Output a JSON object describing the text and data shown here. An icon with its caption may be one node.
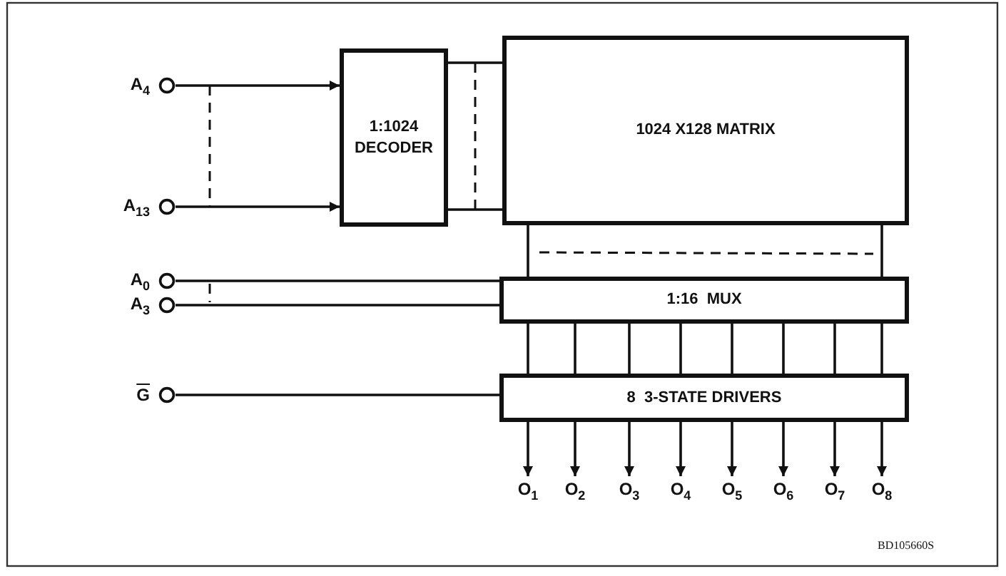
{
  "diagram": {
    "nodes": [
      {
        "text": [
          "A$_{4}$"
        ]
      },
      {
        "text": [
          "A$_{13}$"
        ]
      },
      {
        "text": [
          "1:1024 DECODER"
        ]
      },
      {
        "text": [
          "1024 X128 MATRIX"
        ]
      },
      {
        "text": [
          "A$_{0}$"
        ]
      },
      {
        "text": [
          "A$_{3}$"
        ]
      },
      {
        "text": [
          "1:16  MUX"
        ]
      },
      {
        "text": [
          "G"
        ]
      },
      {
        "text": [
          "8  3-STATE DRIVERS"
        ]
      },
      {
        "text": [
          "O$_{1}$"
        ]
      },
      {
        "text": [
          "O$_{2}$"
        ]
      },
      {
        "text": [
          "O$_{3}$"
        ]
      },
      {
        "text": [
          "O$_{4}$"
        ]
      },
      {
        "text": [
          "O$_{5}$"
        ]
      },
      {
        "text": [
          "O$_{6}$"
        ]
      },
      {
        "text": [
          "O$_{7}$"
        ]
      },
      {
        "text": [
          "O$_{8}$"
        ]
      }
    ],
    "edges": [
      {
        "from": 0,
        "to": 2,
        "arrow": "to"
      },
      {
        "from": 1,
        "to": 2,
        "arrow": "to"
      },
      {
        "from": 2,
        "to": 3,
        "arrow": "none"
      },
      {
        "from": 2,
        "to": 3,
        "arrow": "none"
      },
      {
        "from": 3,
        "to": 6,
        "arrow": "none"
      },
      {
        "from": 3,
        "to": 6,
        "arrow": "none"
      },
      {
        "from": 4,
        "to": 6,
        "arrow": "none"
      },
      {
        "from": 5,
        "to": 6,
        "arrow": "none"
      },
      {
        "from": 6,
        "to": 8,
        "arrow": "none"
      },
      {
        "from": 6,
        "to": 8,
        "arrow": "none"
      },
      {
        "from": 6,
        "to": 8,
        "arrow": "none"
      },
      {
        "from": 6,
        "to": 8,
        "arrow": "none"
      },
      {
        "from": 6,
        "to": 8,
        "arrow": "none"
      },
      {
        "from": 6,
        "to": 8,
        "arrow": "none"
      },
      {
        "from": 6,
        "to": 8,
        "arrow": "none"
      },
      {
        "from": 6,
        "to": 8,
        "arrow": "none"
      },
      {
        "from": 7,
        "to": 8,
        "arrow": "none"
      },
      {
        "from": 8,
        "to": 9,
        "arrow": "to"
      },
      {
        "from": 8,
        "to": 10,
        "arrow": "to"
      },
      {
        "from": 8,
        "to": 11,
        "arrow": "to"
      },
      {
        "from": 8,
        "to": 12,
        "arrow": "to"
      },
      {
        "from": 8,
        "to": 13,
        "arrow": "to"
      },
      {
        "from": 8,
        "to": 14,
        "arrow": "to"
      },
      {
        "from": 8,
        "to": 15,
        "arrow": "to"
      },
      {
        "from": 8,
        "to": 16,
        "arrow": "to"
      }
    ],
    "labels": [
      "BD105660S"
    ]
  }
}
